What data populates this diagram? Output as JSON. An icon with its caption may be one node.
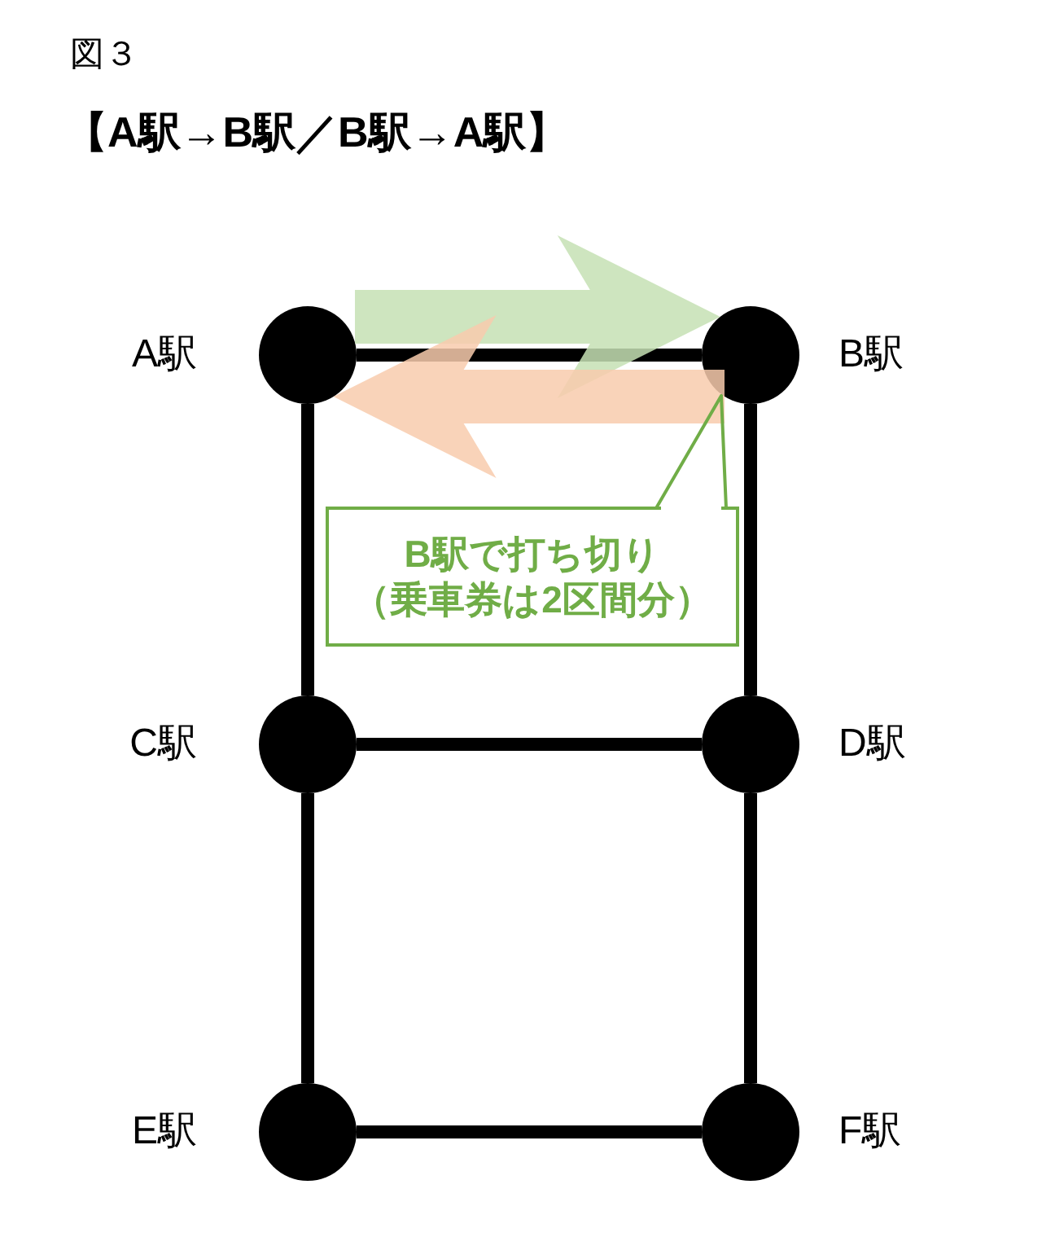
{
  "diagram": {
    "title": "【A駅→B駅／B駅→A駅】",
    "nodes": [
      {
        "text": [],
        "shape": "circle",
        "beside": [
          "A駅"
        ]
      },
      {
        "text": [],
        "shape": "circle",
        "beside": [
          "B駅"
        ]
      },
      {
        "text": [
          "B駅で打ち切り（乗車券は2区間分）"
        ]
      },
      {
        "text": [],
        "shape": "circle",
        "beside": [
          "C駅"
        ]
      },
      {
        "text": [],
        "shape": "circle",
        "beside": [
          "D駅"
        ]
      },
      {
        "text": [],
        "shape": "circle",
        "beside": [
          "E駅"
        ]
      },
      {
        "text": [],
        "shape": "circle",
        "beside": [
          "F駅"
        ]
      }
    ],
    "edges": [
      {
        "from": 0,
        "to": 1,
        "arrow": "none"
      },
      {
        "from": 0,
        "to": 3,
        "arrow": "none"
      },
      {
        "from": 1,
        "to": 4,
        "arrow": "none"
      },
      {
        "from": 3,
        "to": 4,
        "arrow": "none"
      },
      {
        "from": 3,
        "to": 5,
        "arrow": "none"
      },
      {
        "from": 4,
        "to": 6,
        "arrow": "none"
      },
      {
        "from": 5,
        "to": 6,
        "arrow": "none"
      },
      {
        "from": 0,
        "to": 1,
        "arrow": "to",
        "style": "thick",
        "color": "#c5e0b4"
      },
      {
        "from": 1,
        "to": 0,
        "arrow": "to",
        "style": "thick",
        "color": "#f8cbad"
      },
      {
        "from": 2,
        "to": 1,
        "arrow": "none",
        "color": "#70ad47"
      }
    ],
    "labels": [
      "図３"
    ]
  }
}
